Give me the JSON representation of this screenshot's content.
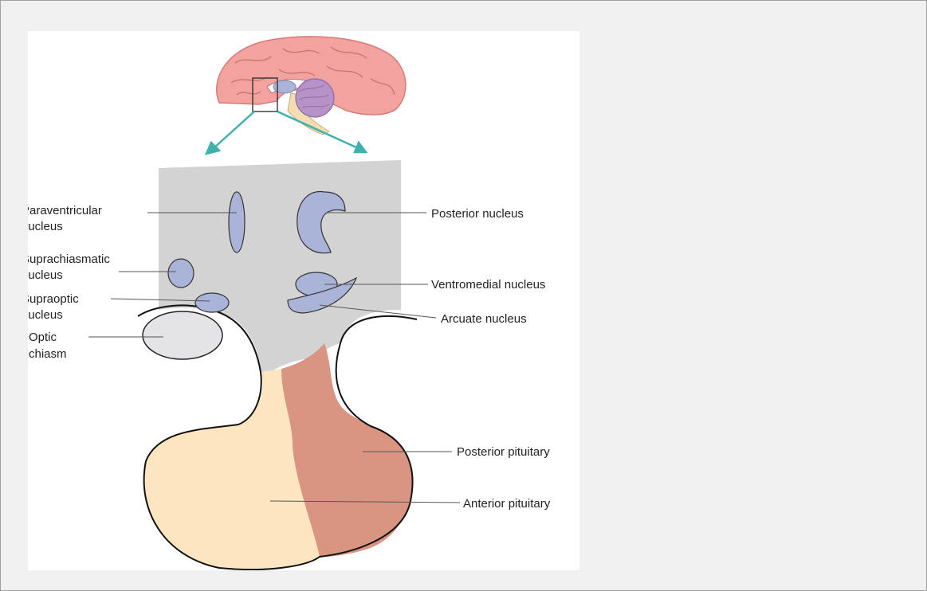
{
  "labels": {
    "paraventricular_1": "Paraventricular",
    "paraventricular_2": "nucleus",
    "suprachiasmatic_1": "Suprachiasmatic",
    "suprachiasmatic_2": "nucleus",
    "supraoptic_1": "Supraoptic",
    "supraoptic_2": "nucleus",
    "optic_1": "Optic",
    "optic_2": "chiasm",
    "posterior_nucleus": "Posterior nucleus",
    "ventromedial_nucleus": "Ventromedial nucleus",
    "arcuate_nucleus": "Arcuate nucleus",
    "posterior_pituitary": "Posterior pituitary",
    "anterior_pituitary": "Anterior pituitary"
  },
  "colors": {
    "window_bg": "#f0f0f0",
    "panel_bg": "#ffffff",
    "hypothalamus_gray": "#d3d3d4",
    "nucleus_blue": "#aab4d8",
    "optic_chiasm": "#e4e4e6",
    "anterior_pituitary": "#fde6bf",
    "posterior_pituitary": "#d99482",
    "arrow_teal": "#3eb0ad",
    "brain_pink": "#f2a3a0",
    "cerebellum_purple": "#b592c7",
    "brainstem_cream": "#f4ddb0"
  }
}
